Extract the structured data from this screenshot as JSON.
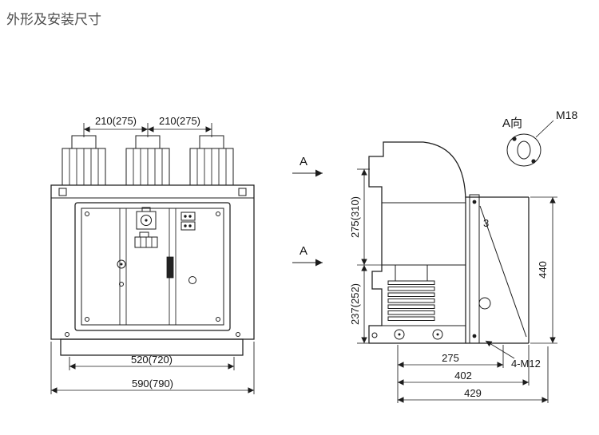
{
  "title": "外形及安装尺寸",
  "front_view": {
    "dim_pole_spacing_left": "210(275)",
    "dim_pole_spacing_right": "210(275)",
    "dim_mounting_width": "520(720)",
    "dim_overall_width": "590(790)"
  },
  "side_view": {
    "dim_upper_height": "275(310)",
    "dim_lower_height": "237(252)",
    "dim_frame_height": "440",
    "dim_depth_inner": "275",
    "dim_depth_mid": "402",
    "dim_depth_outer": "429",
    "label_bolt_holes": "4-M12",
    "label_plate": "3"
  },
  "section_marks": {
    "top_label": "A",
    "bottom_label": "A"
  },
  "detail_view": {
    "view_label": "A向",
    "thread_label": "M18"
  },
  "colors": {
    "line": "#1c1c1c",
    "title_text": "#4c4c4c",
    "background": "#ffffff"
  }
}
